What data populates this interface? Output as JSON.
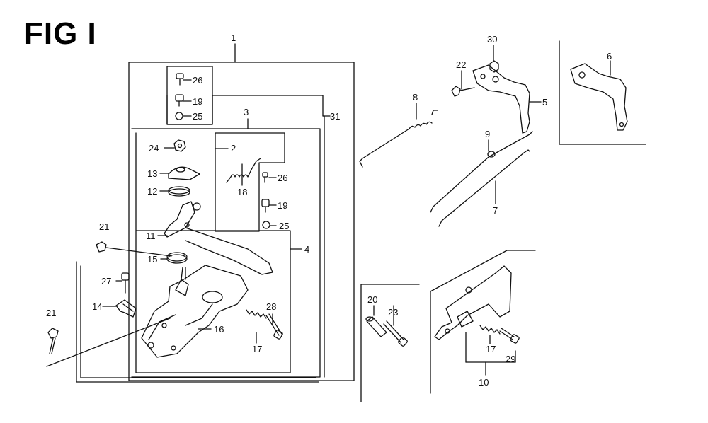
{
  "title": "FIG I",
  "colors": {
    "ink": "#111111",
    "paper": "#ffffff"
  },
  "callouts": [
    "1",
    "2",
    "3",
    "4",
    "5",
    "6",
    "7",
    "8",
    "9",
    "10",
    "11",
    "12",
    "13",
    "14",
    "15",
    "16",
    "17",
    "18",
    "19",
    "20",
    "21",
    "22",
    "23",
    "24",
    "25",
    "26",
    "27",
    "28",
    "29",
    "30",
    "31"
  ],
  "labels": {
    "c1": "1",
    "c2": "2",
    "c3": "3",
    "c4": "4",
    "c5": "5",
    "c6": "6",
    "c7": "7",
    "c8": "8",
    "c9": "9",
    "c10": "10",
    "c11": "11",
    "c12": "12",
    "c13": "13",
    "c14": "14",
    "c15": "15",
    "c16": "16",
    "c17a": "17",
    "c17b": "17",
    "c18": "18",
    "c19a": "19",
    "c19b": "19",
    "c20": "20",
    "c21a": "21",
    "c21b": "21",
    "c22": "22",
    "c23": "23",
    "c24": "24",
    "c25a": "25",
    "c25b": "25",
    "c26a": "26",
    "c26b": "26",
    "c27": "27",
    "c28": "28",
    "c29": "29",
    "c30": "30",
    "c31": "31"
  }
}
